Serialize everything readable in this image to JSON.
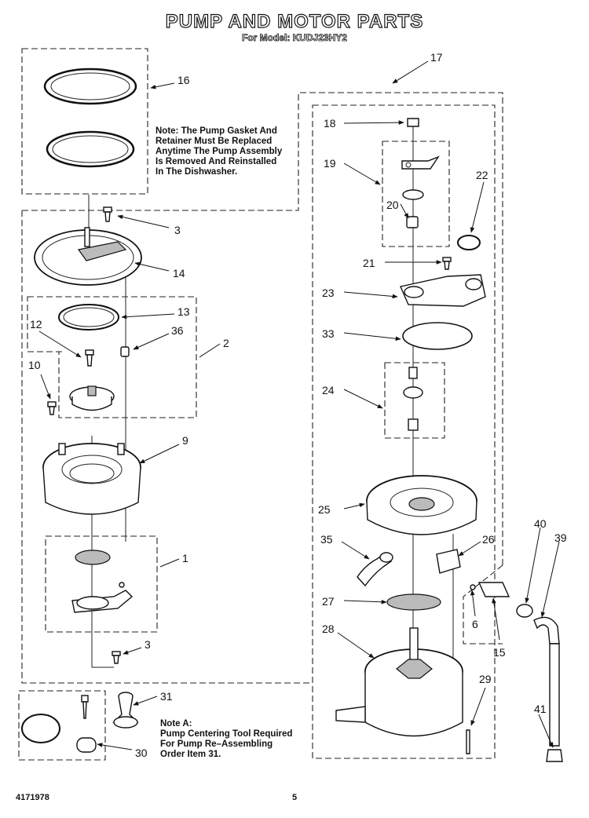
{
  "header": {
    "title": "PUMP AND MOTOR PARTS",
    "subtitle": "For Model: KUDJ23HY2"
  },
  "notes": {
    "gasket_note": "Note: The Pump Gasket And\nRetainer Must Be Replaced\nAnytime The Pump Assembly\nIs Removed And Reinstalled\nIn The Dishwasher.",
    "note_a": "Note A:\nPump Centering Tool Required\nFor Pump Re–Assembling\nOrder Item 31."
  },
  "callouts": {
    "c1": "1",
    "c2": "2",
    "c3a": "3",
    "c3b": "3",
    "c6": "6",
    "c9": "9",
    "c10": "10",
    "c12": "12",
    "c13": "13",
    "c14": "14",
    "c15": "15",
    "c16": "16",
    "c17": "17",
    "c18": "18",
    "c19": "19",
    "c20": "20",
    "c21": "21",
    "c22": "22",
    "c23": "23",
    "c24": "24",
    "c25": "25",
    "c26": "26",
    "c27": "27",
    "c28": "28",
    "c29": "29",
    "c30": "30",
    "c31": "31",
    "c33": "33",
    "c35": "35",
    "c36": "36",
    "c39": "39",
    "c40": "40",
    "c41": "41"
  },
  "footer": {
    "doc_number": "4171978",
    "page_number": "5"
  }
}
